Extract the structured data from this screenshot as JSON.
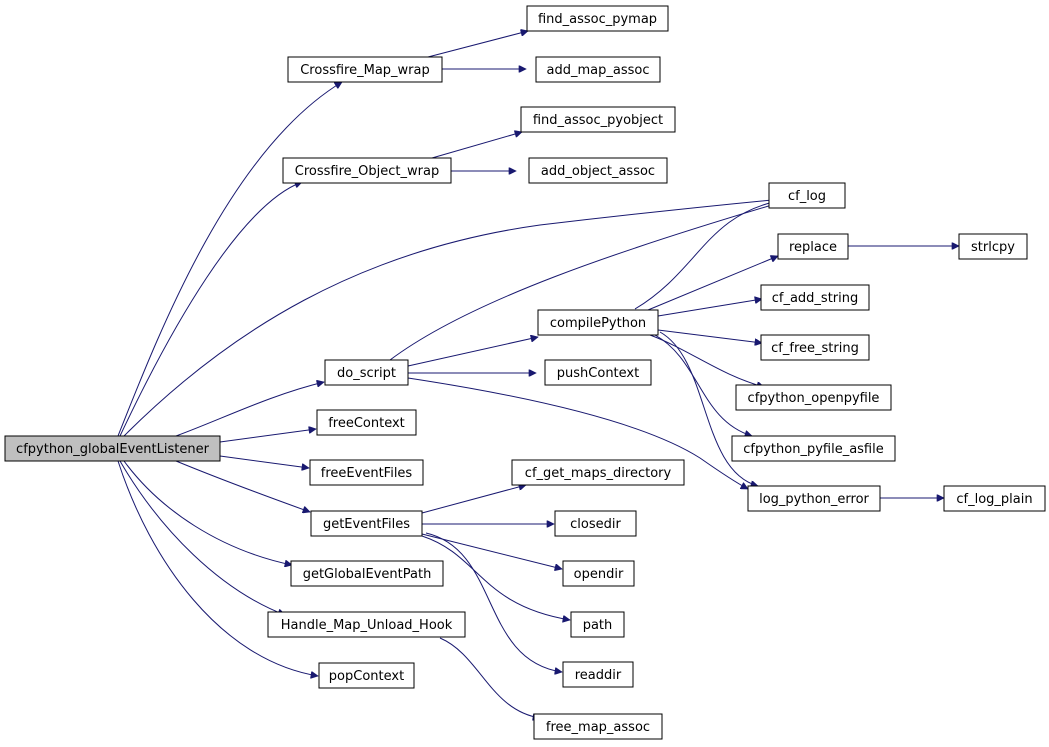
{
  "diagram": {
    "root": "cfpython_globalEventListener",
    "nodes": [
      {
        "id": "root",
        "label": "cfpython_globalEventListener"
      },
      {
        "id": "cmw",
        "label": "Crossfire_Map_wrap"
      },
      {
        "id": "fap",
        "label": "find_assoc_pymap"
      },
      {
        "id": "ama",
        "label": "add_map_assoc"
      },
      {
        "id": "fapo",
        "label": "find_assoc_pyobject"
      },
      {
        "id": "cow",
        "label": "Crossfire_Object_wrap"
      },
      {
        "id": "aoa",
        "label": "add_object_assoc"
      },
      {
        "id": "cflog",
        "label": "cf_log"
      },
      {
        "id": "replace",
        "label": "replace"
      },
      {
        "id": "strlcpy",
        "label": "strlcpy"
      },
      {
        "id": "cfadd",
        "label": "cf_add_string"
      },
      {
        "id": "compile",
        "label": "compilePython"
      },
      {
        "id": "cffree",
        "label": "cf_free_string"
      },
      {
        "id": "doscript",
        "label": "do_script"
      },
      {
        "id": "push",
        "label": "pushContext"
      },
      {
        "id": "openpy",
        "label": "cfpython_openpyfile"
      },
      {
        "id": "freectx",
        "label": "freeContext"
      },
      {
        "id": "pyfile",
        "label": "cfpython_pyfile_asfile"
      },
      {
        "id": "freeev",
        "label": "freeEventFiles"
      },
      {
        "id": "gmaps",
        "label": "cf_get_maps_directory"
      },
      {
        "id": "lpe",
        "label": "log_python_error"
      },
      {
        "id": "cflp",
        "label": "cf_log_plain"
      },
      {
        "id": "getev",
        "label": "getEventFiles"
      },
      {
        "id": "closedir",
        "label": "closedir"
      },
      {
        "id": "opendir",
        "label": "opendir"
      },
      {
        "id": "ggep",
        "label": "getGlobalEventPath"
      },
      {
        "id": "path",
        "label": "path"
      },
      {
        "id": "hmuh",
        "label": "Handle_Map_Unload_Hook"
      },
      {
        "id": "readdir",
        "label": "readdir"
      },
      {
        "id": "popctx",
        "label": "popContext"
      },
      {
        "id": "fma",
        "label": "free_map_assoc"
      }
    ],
    "edges": [
      [
        "root",
        "cmw"
      ],
      [
        "root",
        "cow"
      ],
      [
        "root",
        "cflog"
      ],
      [
        "root",
        "doscript"
      ],
      [
        "root",
        "freectx"
      ],
      [
        "root",
        "freeev"
      ],
      [
        "root",
        "getev"
      ],
      [
        "root",
        "ggep"
      ],
      [
        "root",
        "hmuh"
      ],
      [
        "root",
        "popctx"
      ],
      [
        "cmw",
        "fap"
      ],
      [
        "cmw",
        "ama"
      ],
      [
        "cow",
        "fapo"
      ],
      [
        "cow",
        "aoa"
      ],
      [
        "doscript",
        "cflog"
      ],
      [
        "doscript",
        "compile"
      ],
      [
        "doscript",
        "push"
      ],
      [
        "doscript",
        "lpe"
      ],
      [
        "compile",
        "cflog"
      ],
      [
        "compile",
        "replace"
      ],
      [
        "compile",
        "cfadd"
      ],
      [
        "compile",
        "cffree"
      ],
      [
        "compile",
        "openpy"
      ],
      [
        "compile",
        "pyfile"
      ],
      [
        "compile",
        "lpe"
      ],
      [
        "replace",
        "strlcpy"
      ],
      [
        "lpe",
        "cflp"
      ],
      [
        "getev",
        "gmaps"
      ],
      [
        "getev",
        "closedir"
      ],
      [
        "getev",
        "opendir"
      ],
      [
        "getev",
        "path"
      ],
      [
        "getev",
        "readdir"
      ],
      [
        "hmuh",
        "fma"
      ]
    ]
  }
}
